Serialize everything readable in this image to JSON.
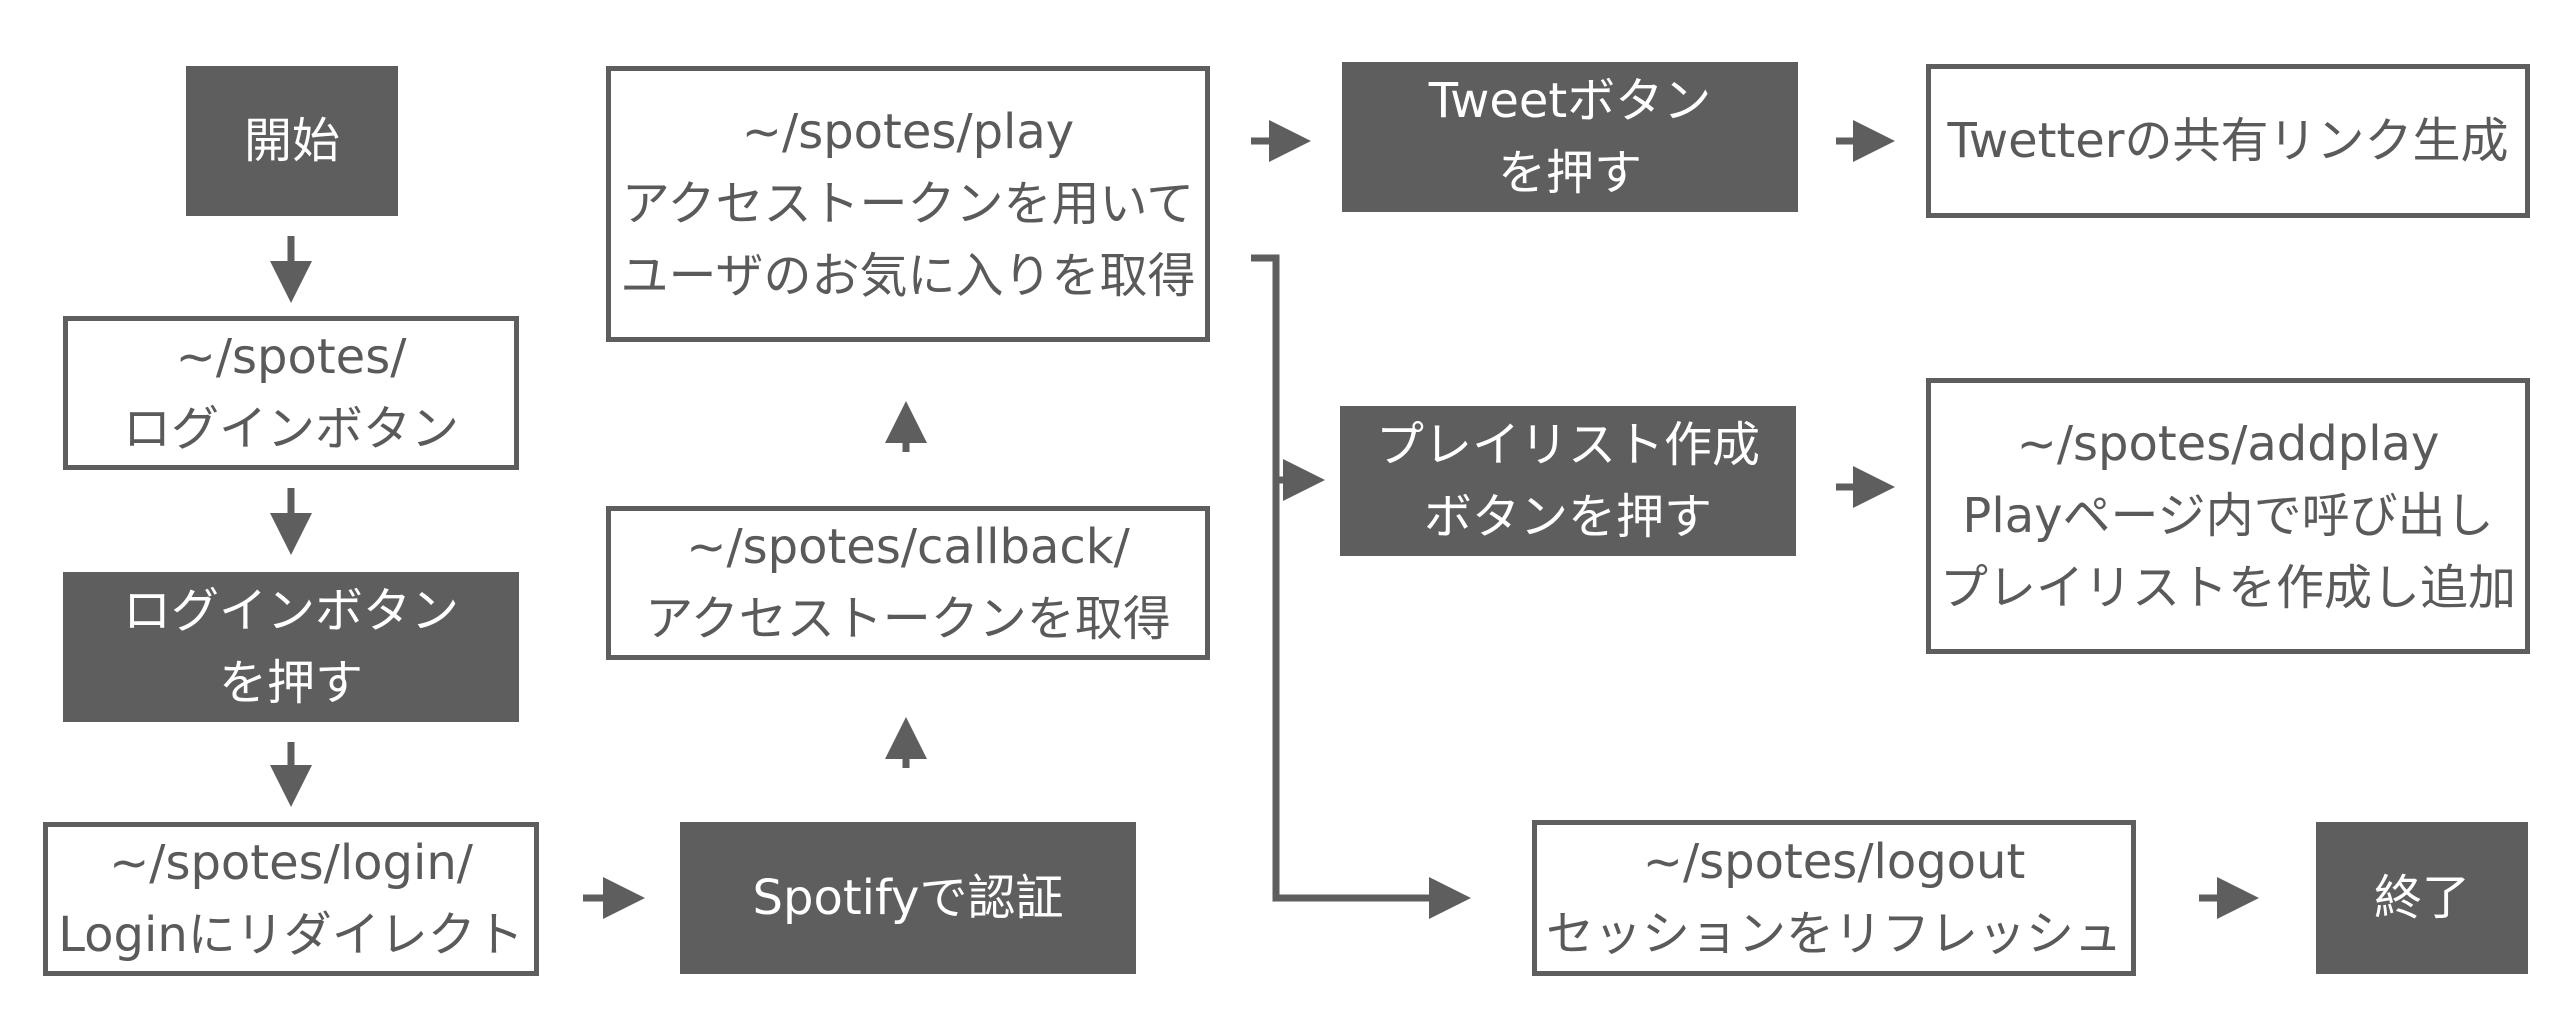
{
  "colors": {
    "box_fill_dark": "#5e5e5e",
    "box_border": "#5e5e5e",
    "text_dark": "#5a5a5a",
    "text_light": "#ffffff",
    "arrow": "#5e5e5e"
  },
  "nodes": {
    "start": {
      "lines": [
        "開始"
      ]
    },
    "root_login_button": {
      "lines": [
        "~/spotes/",
        "ログインボタン"
      ]
    },
    "press_login_button": {
      "lines": [
        "ログインボタン",
        "を押す"
      ]
    },
    "login_redirect": {
      "lines": [
        "~/spotes/login/",
        "Loginにリダイレクト"
      ]
    },
    "spotify_auth": {
      "lines": [
        "Spotifyで認証"
      ]
    },
    "callback": {
      "lines": [
        "~/spotes/callback/",
        "アクセストークンを取得"
      ]
    },
    "play": {
      "lines": [
        "~/spotes/play",
        "アクセストークンを用いて",
        "ユーザのお気に入りを取得"
      ]
    },
    "tweet_button": {
      "lines": [
        "Tweetボタン",
        "を押す"
      ]
    },
    "twitter_share": {
      "lines": [
        "Twetterの共有リンク生成"
      ]
    },
    "playlist_button": {
      "lines": [
        "プレイリスト作成",
        "ボタンを押す"
      ]
    },
    "addplay": {
      "lines": [
        "~/spotes/addplay",
        "Playページ内で呼び出し",
        "プレイリストを作成し追加"
      ]
    },
    "logout": {
      "lines": [
        "~/spotes/logout",
        "セッションをリフレッシュ"
      ]
    },
    "end": {
      "lines": [
        "終了"
      ]
    }
  },
  "edges": [
    [
      "start",
      "root_login_button"
    ],
    [
      "root_login_button",
      "press_login_button"
    ],
    [
      "press_login_button",
      "login_redirect"
    ],
    [
      "login_redirect",
      "spotify_auth"
    ],
    [
      "spotify_auth",
      "callback"
    ],
    [
      "callback",
      "play"
    ],
    [
      "play",
      "tweet_button"
    ],
    [
      "tweet_button",
      "twitter_share"
    ],
    [
      "play",
      "playlist_button"
    ],
    [
      "playlist_button",
      "addplay"
    ],
    [
      "play",
      "logout"
    ],
    [
      "logout",
      "end"
    ]
  ]
}
